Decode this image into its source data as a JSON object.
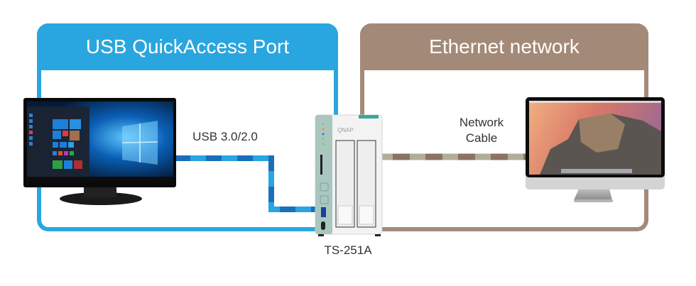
{
  "sections": {
    "usb": {
      "title": "USB QuickAccess Port",
      "color": "#29a6df"
    },
    "ethernet": {
      "title": "Ethernet network",
      "color": "#a38a78"
    }
  },
  "connections": {
    "usb_label": "USB 3.0/2.0",
    "usb_colors": [
      "#1a6fbb",
      "#29a6df"
    ],
    "network_label_line1": "Network",
    "network_label_line2": "Cable",
    "network_colors": [
      "#8a7363",
      "#b0ad98"
    ]
  },
  "devices": {
    "pc": {
      "label": "",
      "icon": "windows-monitor"
    },
    "nas": {
      "label": "TS-251A",
      "brand": "QNAP",
      "icon": "nas-device"
    },
    "mac": {
      "label": "",
      "icon": "imac"
    }
  }
}
